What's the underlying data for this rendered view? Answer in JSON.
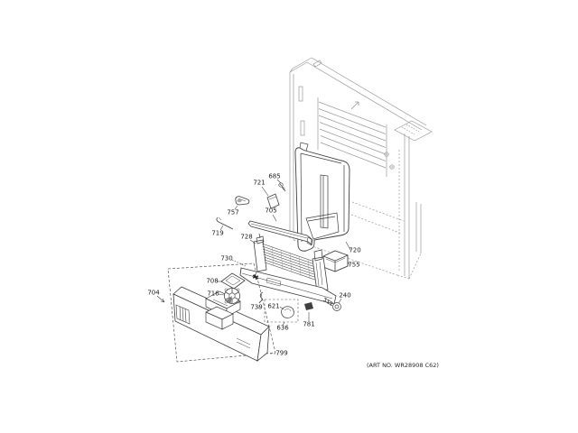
{
  "diagram": {
    "art_no": "(ART NO. WR28908 C62)",
    "parts": [
      {
        "number": "685"
      },
      {
        "number": "721"
      },
      {
        "number": "757"
      },
      {
        "number": "705"
      },
      {
        "number": "719"
      },
      {
        "number": "728"
      },
      {
        "number": "730"
      },
      {
        "number": "720"
      },
      {
        "number": "755"
      },
      {
        "number": "240"
      },
      {
        "number": "781"
      },
      {
        "number": "739"
      },
      {
        "number": "621"
      },
      {
        "number": "636"
      },
      {
        "number": "704"
      },
      {
        "number": "708"
      },
      {
        "number": "716"
      },
      {
        "number": "799"
      }
    ],
    "colors": {
      "background": "#ffffff",
      "part_line": "#3f3f3f",
      "cabinet_line": "#9a9a9a",
      "label_text": "#1c1c1c"
    }
  }
}
